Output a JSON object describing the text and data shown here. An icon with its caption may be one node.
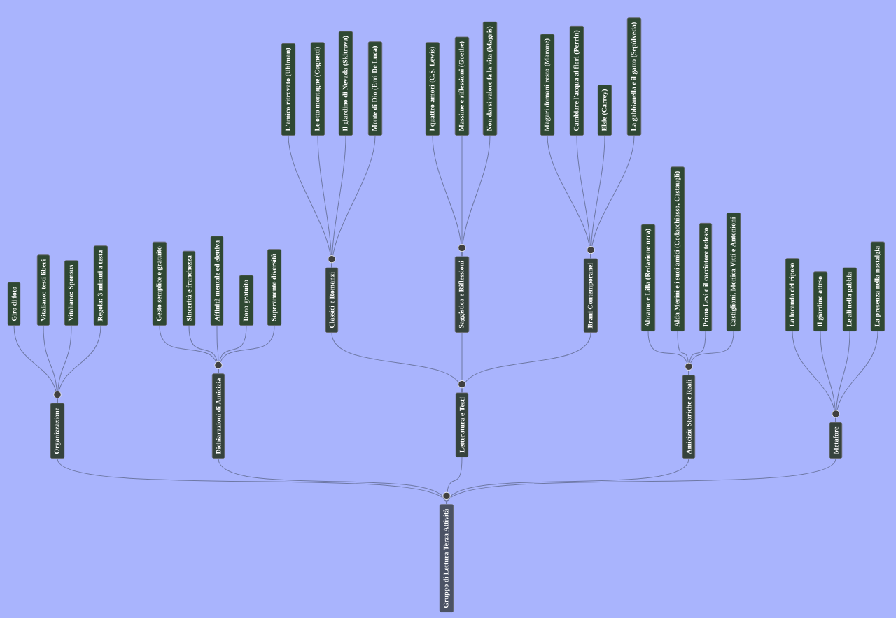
{
  "diagram": {
    "nodes": [
      {
        "text": [
          "Gruppo di Lettura Terza Attività"
        ]
      },
      {
        "text": [
          "Organizzazione"
        ]
      },
      {
        "text": [
          "Giro di foto"
        ]
      },
      {
        "text": [
          "Vitaliano: testi liberi"
        ]
      },
      {
        "text": [
          "Vitaliano: Sponsus"
        ]
      },
      {
        "text": [
          "Regola: 3 minuti a testa"
        ]
      },
      {
        "text": [
          "Dichiarazioni di Amicizia"
        ]
      },
      {
        "text": [
          "Gesto semplice e gratuito"
        ]
      },
      {
        "text": [
          "Sincerità e franchezza"
        ]
      },
      {
        "text": [
          "Affinità mentale ed elettiva"
        ]
      },
      {
        "text": [
          "Dono gratuito"
        ]
      },
      {
        "text": [
          "Superamento diversità"
        ]
      },
      {
        "text": [
          "Letteratura e Testi"
        ]
      },
      {
        "text": [
          "Classici e Romanzi"
        ]
      },
      {
        "text": [
          "L'amico ritrovato (Uhlman)"
        ]
      },
      {
        "text": [
          "Le otto montagne (Cognetti)"
        ]
      },
      {
        "text": [
          "Il giardino di Nevada (Skitrova)"
        ]
      },
      {
        "text": [
          "Monte di Dio (Erri De Luca)"
        ]
      },
      {
        "text": [
          "Saggistica e Riflessioni"
        ]
      },
      {
        "text": [
          "I quattro amori (C.S. Lewis)"
        ]
      },
      {
        "text": [
          "Massime e riflessioni (Goethe)"
        ]
      },
      {
        "text": [
          "Non darsi valore fa la vita (Magris)"
        ]
      },
      {
        "text": [
          "Brani Contemporanei"
        ]
      },
      {
        "text": [
          "Magari domani resto (Marone)"
        ]
      },
      {
        "text": [
          "Cambiare l'acqua ai fiori (Perrin)"
        ]
      },
      {
        "text": [
          "Elsie (Carrey)"
        ]
      },
      {
        "text": [
          "La gabbianella e il gatto (Sepúlveda)"
        ]
      },
      {
        "text": [
          "Amicizie Storiche e Reali"
        ]
      },
      {
        "text": [
          "Abramo e Lilla (Redazione nera)"
        ]
      },
      {
        "text": [
          "Alda Merini e i suoi amici (Codacchiasso, Castaugli)"
        ]
      },
      {
        "text": [
          "Primo Levi e il cacciatore tedesco"
        ]
      },
      {
        "text": [
          "Castiglioni, Monica Vitti e Antonioni"
        ]
      },
      {
        "text": [
          "Metafore"
        ]
      },
      {
        "text": [
          "La locanda del riposo"
        ]
      },
      {
        "text": [
          "Il giardino atteso"
        ]
      },
      {
        "text": [
          "Le ali nella gabbia"
        ]
      },
      {
        "text": [
          "La presenza nella nostalgia"
        ]
      }
    ],
    "edges": [
      {
        "from": 0,
        "to": 1,
        "arrow": "none"
      },
      {
        "from": 1,
        "to": 2,
        "arrow": "none"
      },
      {
        "from": 1,
        "to": 3,
        "arrow": "none"
      },
      {
        "from": 1,
        "to": 4,
        "arrow": "none"
      },
      {
        "from": 1,
        "to": 5,
        "arrow": "none"
      },
      {
        "from": 0,
        "to": 6,
        "arrow": "none"
      },
      {
        "from": 6,
        "to": 7,
        "arrow": "none"
      },
      {
        "from": 6,
        "to": 8,
        "arrow": "none"
      },
      {
        "from": 6,
        "to": 9,
        "arrow": "none"
      },
      {
        "from": 6,
        "to": 10,
        "arrow": "none"
      },
      {
        "from": 6,
        "to": 11,
        "arrow": "none"
      },
      {
        "from": 0,
        "to": 12,
        "arrow": "none"
      },
      {
        "from": 12,
        "to": 13,
        "arrow": "none"
      },
      {
        "from": 13,
        "to": 14,
        "arrow": "none"
      },
      {
        "from": 13,
        "to": 15,
        "arrow": "none"
      },
      {
        "from": 13,
        "to": 16,
        "arrow": "none"
      },
      {
        "from": 13,
        "to": 17,
        "arrow": "none"
      },
      {
        "from": 12,
        "to": 18,
        "arrow": "none"
      },
      {
        "from": 18,
        "to": 19,
        "arrow": "none"
      },
      {
        "from": 18,
        "to": 20,
        "arrow": "none"
      },
      {
        "from": 18,
        "to": 21,
        "arrow": "none"
      },
      {
        "from": 12,
        "to": 22,
        "arrow": "none"
      },
      {
        "from": 22,
        "to": 23,
        "arrow": "none"
      },
      {
        "from": 22,
        "to": 24,
        "arrow": "none"
      },
      {
        "from": 22,
        "to": 25,
        "arrow": "none"
      },
      {
        "from": 22,
        "to": 26,
        "arrow": "none"
      },
      {
        "from": 0,
        "to": 27,
        "arrow": "none"
      },
      {
        "from": 27,
        "to": 28,
        "arrow": "none"
      },
      {
        "from": 27,
        "to": 29,
        "arrow": "none"
      },
      {
        "from": 27,
        "to": 30,
        "arrow": "none"
      },
      {
        "from": 27,
        "to": 31,
        "arrow": "none"
      },
      {
        "from": 0,
        "to": 32,
        "arrow": "none"
      },
      {
        "from": 32,
        "to": 33,
        "arrow": "none"
      },
      {
        "from": 32,
        "to": 34,
        "arrow": "none"
      },
      {
        "from": 32,
        "to": 35,
        "arrow": "none"
      },
      {
        "from": 32,
        "to": 36,
        "arrow": "none"
      }
    ]
  }
}
